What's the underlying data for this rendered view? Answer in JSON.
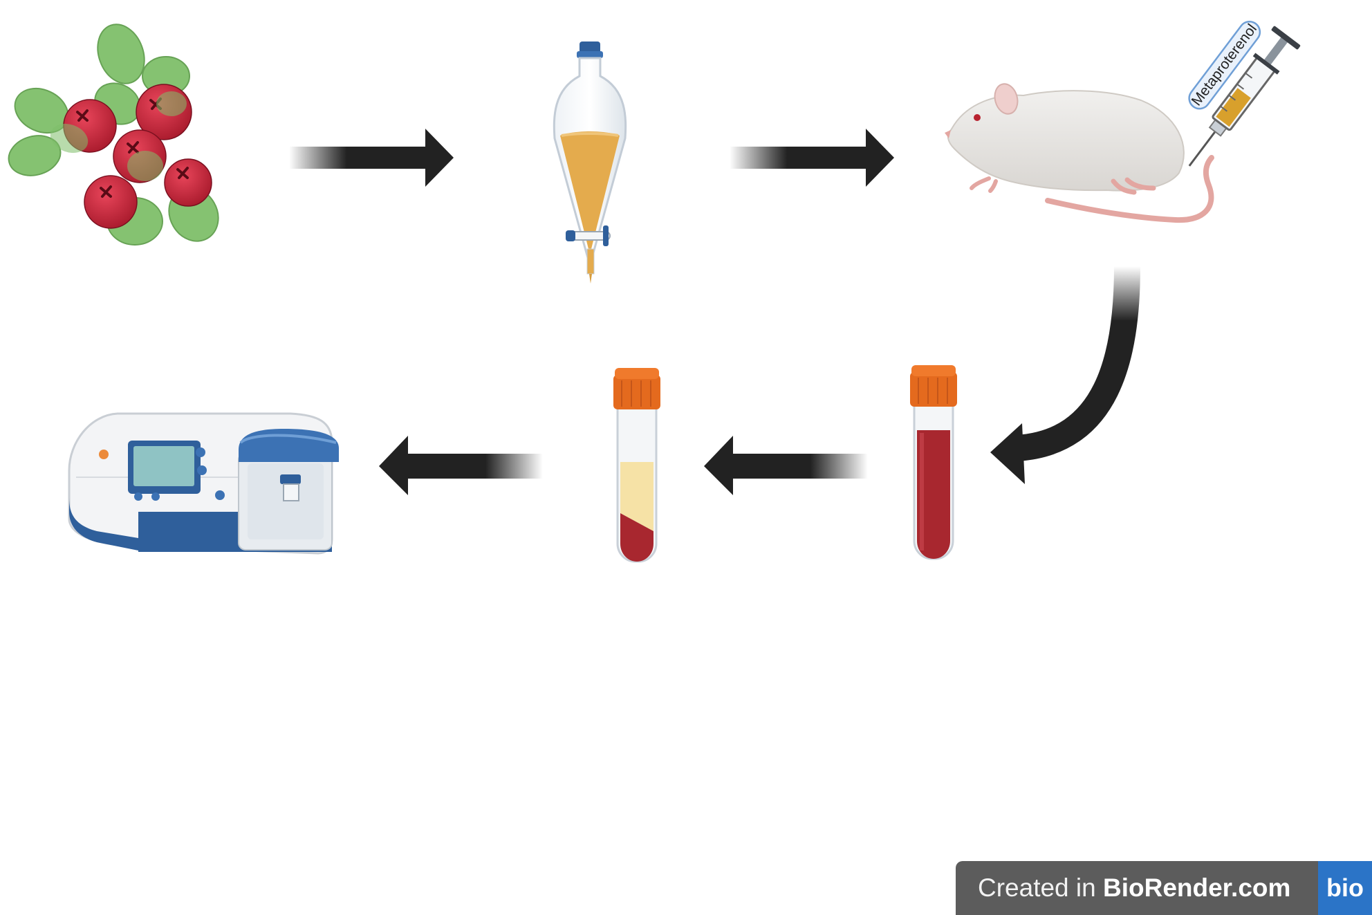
{
  "syringe": {
    "label": "Metaproterenol"
  },
  "badge": {
    "prefix": "Created in ",
    "brand": "BioRender.com",
    "logo": "bio"
  },
  "icons": {
    "step1": "berries-with-leaves-icon",
    "step2": "separatory-funnel-icon",
    "step3": "rat-icon",
    "step3b": "syringe-icon",
    "step4": "blood-tube-icon",
    "step5": "serum-tube-icon",
    "step6": "analyzer-instrument-icon"
  },
  "colors": {
    "arrow": "#222222",
    "berry": "#c8263a",
    "leaf": "#7fbf6a",
    "extract": "#e4ab4d",
    "blood": "#a8272f",
    "serum": "#f6e2a6",
    "cap": "#e46a1e",
    "instrument_blue": "#2f5f9b",
    "badge_bg": "#5c5c5c",
    "badge_logo": "#2b74c7"
  }
}
